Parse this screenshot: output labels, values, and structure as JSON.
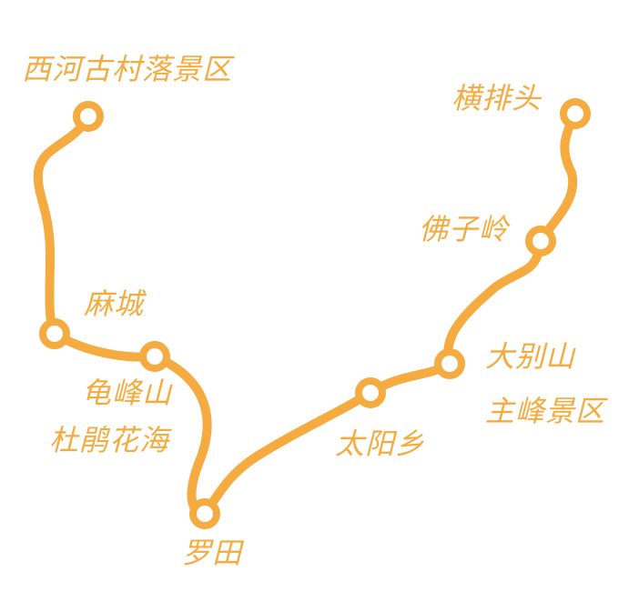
{
  "route_color": "#F5AB3F",
  "stations": [
    {
      "id": "xihe",
      "name": "西河古村落景区"
    },
    {
      "id": "macheng",
      "name": "麻城"
    },
    {
      "id": "guifeng",
      "name": "龟峰山",
      "name2": "杜鹃花海"
    },
    {
      "id": "luotian",
      "name": "罗田"
    },
    {
      "id": "taiyang",
      "name": "太阳乡"
    },
    {
      "id": "dabie",
      "name": "大别山",
      "name2": "主峰景区"
    },
    {
      "id": "fozi",
      "name": "佛子岭"
    },
    {
      "id": "hengpai",
      "name": "横排头"
    }
  ]
}
